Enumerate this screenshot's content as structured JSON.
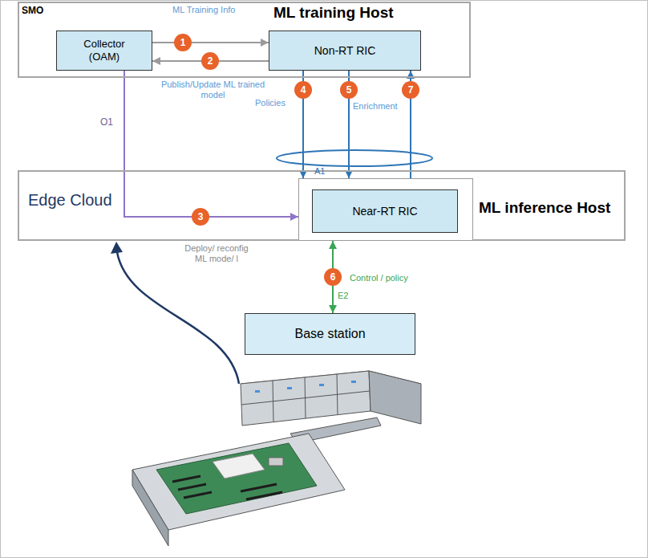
{
  "diagram": {
    "nodes": [
      {
        "text": [
          "SMO"
        ]
      },
      {
        "text": [
          "Collector (OAM)"
        ],
        "in": 0
      },
      {
        "text": [
          "ML training Host",
          "Non-RT RIC"
        ],
        "in": 0
      },
      {
        "text": [
          "Edge Cloud"
        ]
      },
      {
        "text": [
          "Near-RT RIC"
        ],
        "in": 3
      },
      {
        "text": [
          "Base station"
        ]
      }
    ],
    "edges": [
      {
        "from": 1,
        "to": 2,
        "label": "ML Training Info",
        "arrow": "to"
      },
      {
        "from": 2,
        "to": 1,
        "label": "Publish/Update ML trained model",
        "arrow": "to"
      },
      {
        "from": 1,
        "to": 4,
        "label": "Deploy/ reconfig ML mode/ l",
        "arrow": "to"
      },
      {
        "from": 2,
        "to": 4,
        "label": "Policies",
        "arrow": "to"
      },
      {
        "from": 2,
        "to": 4,
        "label": "Enrichment",
        "arrow": "to"
      },
      {
        "from": 4,
        "to": 2,
        "arrow": "to"
      },
      {
        "from": 4,
        "to": 5,
        "label": "Control / policy",
        "arrow": "both"
      }
    ],
    "labels": [
      "1",
      "2",
      "O1",
      "3",
      "4",
      "5",
      "7",
      "A1",
      "ML inference Host",
      "6",
      "E2"
    ]
  }
}
